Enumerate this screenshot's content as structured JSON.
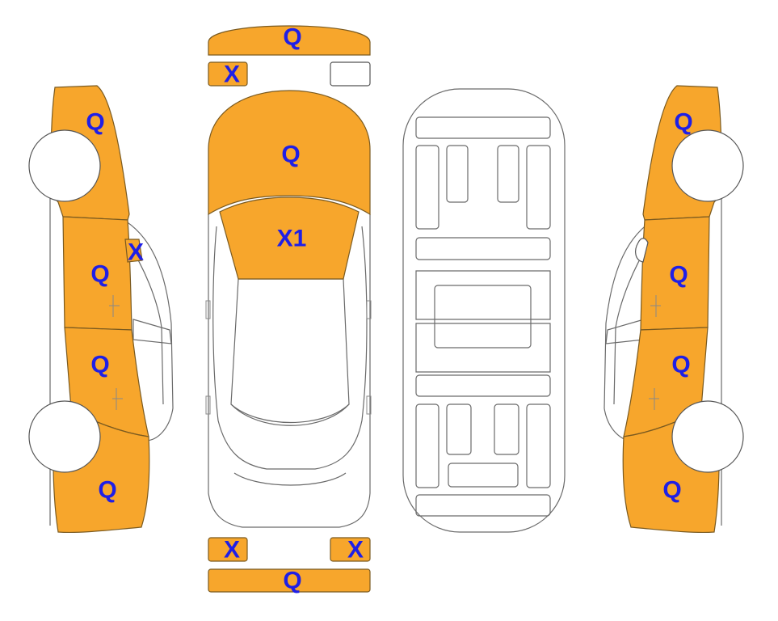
{
  "colors": {
    "damaged": "#f7a62c",
    "label": "#1f1fe6",
    "outline": "#555555"
  },
  "front_bumper": {
    "code": "Q"
  },
  "front_left_light": {
    "code": "X"
  },
  "front_right_light": {
    "code": ""
  },
  "hood": {
    "code": "Q"
  },
  "windshield": {
    "code": "X1"
  },
  "rear_left_light": {
    "code": "X"
  },
  "rear_right_light": {
    "code": "X"
  },
  "rear_bumper": {
    "code": "Q"
  },
  "left_side": {
    "front_fender": "Q",
    "mirror": "X",
    "front_door": "Q",
    "rear_door": "Q",
    "rear_quarter": "Q"
  },
  "right_side": {
    "front_fender": "Q",
    "front_door": "Q",
    "rear_door": "Q",
    "rear_quarter": "Q"
  }
}
